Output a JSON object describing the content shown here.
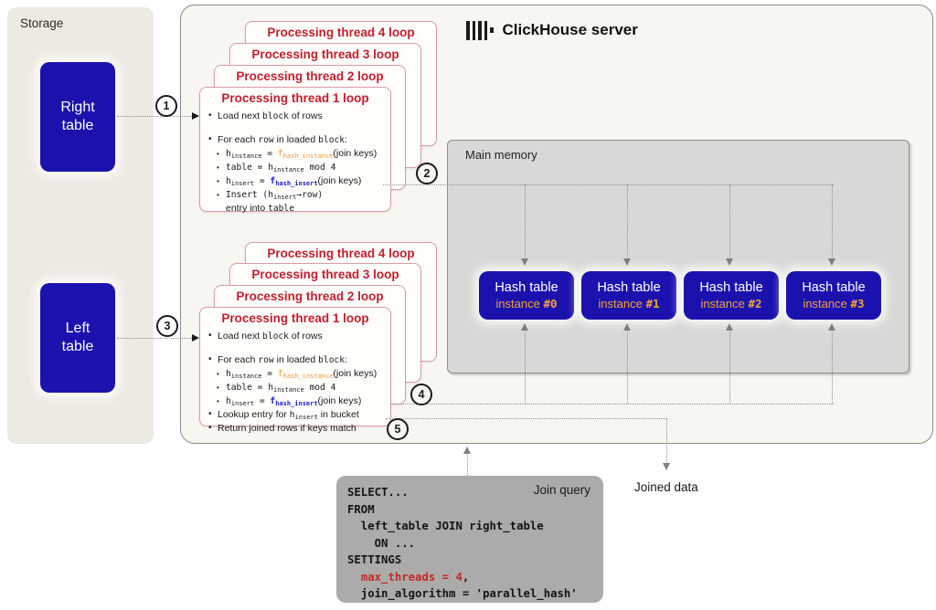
{
  "storage": {
    "label": "Storage",
    "right_table": "Right\ntable",
    "left_table": "Left\ntable"
  },
  "server": {
    "title": "ClickHouse server"
  },
  "memory": {
    "label": "Main memory"
  },
  "hash_tables": [
    {
      "name": "Hash table",
      "word": "instance ",
      "num": "#0"
    },
    {
      "name": "Hash table",
      "word": "instance ",
      "num": "#1"
    },
    {
      "name": "Hash table",
      "word": "instance ",
      "num": "#2"
    },
    {
      "name": "Hash table",
      "word": "instance ",
      "num": "#3"
    }
  ],
  "steps": [
    "1",
    "2",
    "3",
    "4",
    "5"
  ],
  "insert_stack": {
    "titles": [
      "Processing thread 4 loop",
      "Processing thread 3 loop",
      "Processing thread 2 loop",
      "Processing thread 1 loop"
    ],
    "lines": [
      {
        "seg": [
          {
            "t": "Load next ",
            "f": "s"
          },
          {
            "t": "block",
            "f": "m"
          },
          {
            "t": " of rows",
            "f": "s"
          }
        ]
      },
      {
        "seg": [
          {
            "t": "For each ",
            "f": "s"
          },
          {
            "t": "row",
            "f": "m"
          },
          {
            "t": " in loaded ",
            "f": "s"
          },
          {
            "t": "block",
            "f": "m"
          },
          {
            "t": ":",
            "f": "s"
          }
        ]
      },
      {
        "ind": 1,
        "seg": [
          {
            "t": "h",
            "f": "m"
          },
          {
            "t": "instance",
            "f": "ms"
          },
          {
            "t": " = ",
            "f": "m"
          },
          {
            "t": "f",
            "f": "mo"
          },
          {
            "t": "hash_instance",
            "f": "mso"
          },
          {
            "t": "(join keys)",
            "f": "s"
          }
        ]
      },
      {
        "ind": 1,
        "seg": [
          {
            "t": "table",
            "f": "m"
          },
          {
            "t": " = ",
            "f": "m"
          },
          {
            "t": "h",
            "f": "m"
          },
          {
            "t": "instance",
            "f": "ms"
          },
          {
            "t": " mod 4",
            "f": "m"
          }
        ]
      },
      {
        "ind": 1,
        "seg": [
          {
            "t": "h",
            "f": "m"
          },
          {
            "t": "insert",
            "f": "ms"
          },
          {
            "t": " = ",
            "f": "m"
          },
          {
            "t": "f",
            "f": "mb"
          },
          {
            "t": "hash_insert",
            "f": "msb"
          },
          {
            "t": "(join keys)",
            "f": "s"
          }
        ]
      },
      {
        "ind": 1,
        "seg": [
          {
            "t": "Insert (",
            "f": "m"
          },
          {
            "t": "h",
            "f": "m"
          },
          {
            "t": "insert",
            "f": "ms"
          },
          {
            "t": "→",
            "f": "m"
          },
          {
            "t": "row",
            "f": "m"
          },
          {
            "t": ")",
            "f": "m"
          }
        ]
      },
      {
        "ind": 1,
        "bullet": false,
        "seg": [
          {
            "t": "entry into ",
            "f": "s"
          },
          {
            "t": "table",
            "f": "m"
          }
        ]
      }
    ]
  },
  "lookup_stack": {
    "titles": [
      "Processing thread 4 loop",
      "Processing thread 3 loop",
      "Processing thread 2 loop",
      "Processing thread 1 loop"
    ],
    "lines": [
      {
        "seg": [
          {
            "t": "Load next ",
            "f": "s"
          },
          {
            "t": "block",
            "f": "m"
          },
          {
            "t": " of rows",
            "f": "s"
          }
        ]
      },
      {
        "seg": [
          {
            "t": "For each ",
            "f": "s"
          },
          {
            "t": "row",
            "f": "m"
          },
          {
            "t": " in loaded ",
            "f": "s"
          },
          {
            "t": "block",
            "f": "m"
          },
          {
            "t": ":",
            "f": "s"
          }
        ]
      },
      {
        "ind": 1,
        "seg": [
          {
            "t": "h",
            "f": "m"
          },
          {
            "t": "instance",
            "f": "ms"
          },
          {
            "t": " = ",
            "f": "m"
          },
          {
            "t": "f",
            "f": "mo"
          },
          {
            "t": "hash_instance",
            "f": "mso"
          },
          {
            "t": "(join keys)",
            "f": "s"
          }
        ]
      },
      {
        "ind": 1,
        "seg": [
          {
            "t": "table",
            "f": "m"
          },
          {
            "t": " = ",
            "f": "m"
          },
          {
            "t": "h",
            "f": "m"
          },
          {
            "t": "instance",
            "f": "ms"
          },
          {
            "t": " mod 4",
            "f": "m"
          }
        ]
      },
      {
        "ind": 1,
        "seg": [
          {
            "t": "h",
            "f": "m"
          },
          {
            "t": "insert",
            "f": "ms"
          },
          {
            "t": " = ",
            "f": "m"
          },
          {
            "t": "f",
            "f": "mb"
          },
          {
            "t": "hash_insert",
            "f": "msb"
          },
          {
            "t": "(join keys)",
            "f": "s"
          }
        ]
      },
      {
        "seg": [
          {
            "t": "Lookup entry for ",
            "f": "s"
          },
          {
            "t": "h",
            "f": "m"
          },
          {
            "t": "insert",
            "f": "ms"
          },
          {
            "t": " in bucket",
            "f": "s"
          }
        ]
      },
      {
        "seg": [
          {
            "t": "Return joined rows if keys match",
            "f": "s"
          }
        ]
      }
    ]
  },
  "sql": {
    "label": "Join query",
    "lines": [
      {
        "bullet": false,
        "seg": [
          {
            "t": "SELECT...",
            "f": "c"
          }
        ]
      },
      {
        "bullet": false,
        "seg": [
          {
            "t": "FROM",
            "f": "c"
          }
        ]
      },
      {
        "bullet": false,
        "seg": [
          {
            "t": "  left_table JOIN right_table",
            "f": "c"
          }
        ]
      },
      {
        "bullet": false,
        "seg": [
          {
            "t": "    ON ...",
            "f": "c"
          }
        ]
      },
      {
        "bullet": false,
        "seg": [
          {
            "t": "SETTINGS",
            "f": "c"
          }
        ]
      },
      {
        "bullet": false,
        "seg": [
          {
            "t": "  ",
            "f": "c"
          },
          {
            "t": "max_threads = 4",
            "f": "r"
          },
          {
            "t": ",",
            "f": "c"
          }
        ]
      },
      {
        "bullet": false,
        "seg": [
          {
            "t": "  join_algorithm = 'parallel_hash'",
            "f": "c"
          }
        ]
      }
    ]
  },
  "joined_data_label": "Joined data",
  "colors": {
    "deep_blue": "#1b12ae",
    "orange": "#e89a3c",
    "code_blue": "#2020c8",
    "thread_title_red": "#c01f2f",
    "sql_red": "#c22a28",
    "server_bg": "#f8f6f0",
    "storage_bg": "#edeae3",
    "memory_bg": "#d8d8d6",
    "sql_bg": "#acaba9"
  }
}
